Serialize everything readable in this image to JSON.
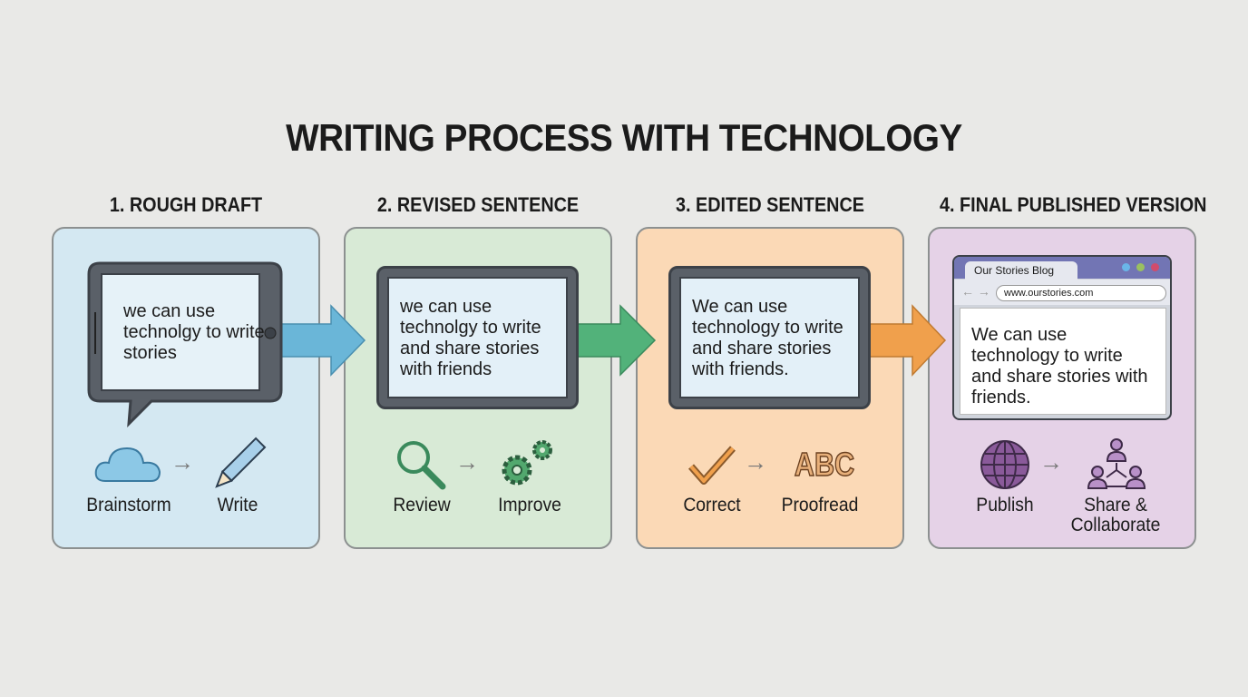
{
  "title": "WRITING PROCESS WITH TECHNOLOGY",
  "colors": {
    "panel1": "#d4e8f2",
    "panel2": "#d8ead6",
    "panel3": "#fbd9b6",
    "panel4": "#e5d2e7",
    "arrow_blue": "#6ab6d8",
    "arrow_green": "#52b27a",
    "arrow_orange": "#f0a04c"
  },
  "steps": [
    {
      "header": "1. ROUGH DRAFT",
      "text": "we can use technolgy to write stories",
      "icon1": "cloud-icon",
      "label1": "Brainstorm",
      "icon2": "pencil-icon",
      "label2": "Write"
    },
    {
      "header": "2. REVISED SENTENCE",
      "text": "we can use technolgy to write and share stories with friends",
      "icon1": "magnifier-icon",
      "label1": "Review",
      "icon2": "gears-icon",
      "label2": "Improve"
    },
    {
      "header": "3. EDITED SENTENCE",
      "text": "We can use technology to write and share stories with friends.",
      "icon1": "checkmark-icon",
      "label1": "Correct",
      "icon2": "abc-icon",
      "label2": "Proofread",
      "abc": "ABC"
    },
    {
      "header": "4. FINAL PUBLISHED VERSION",
      "text": "We can use technology to write and share stories with friends.",
      "tab": "Our Stories Blog",
      "url": "www.ourstories.com",
      "icon1": "globe-icon",
      "label1": "Publish",
      "icon2": "people-network-icon",
      "label2": "Share & Collaborate"
    }
  ]
}
